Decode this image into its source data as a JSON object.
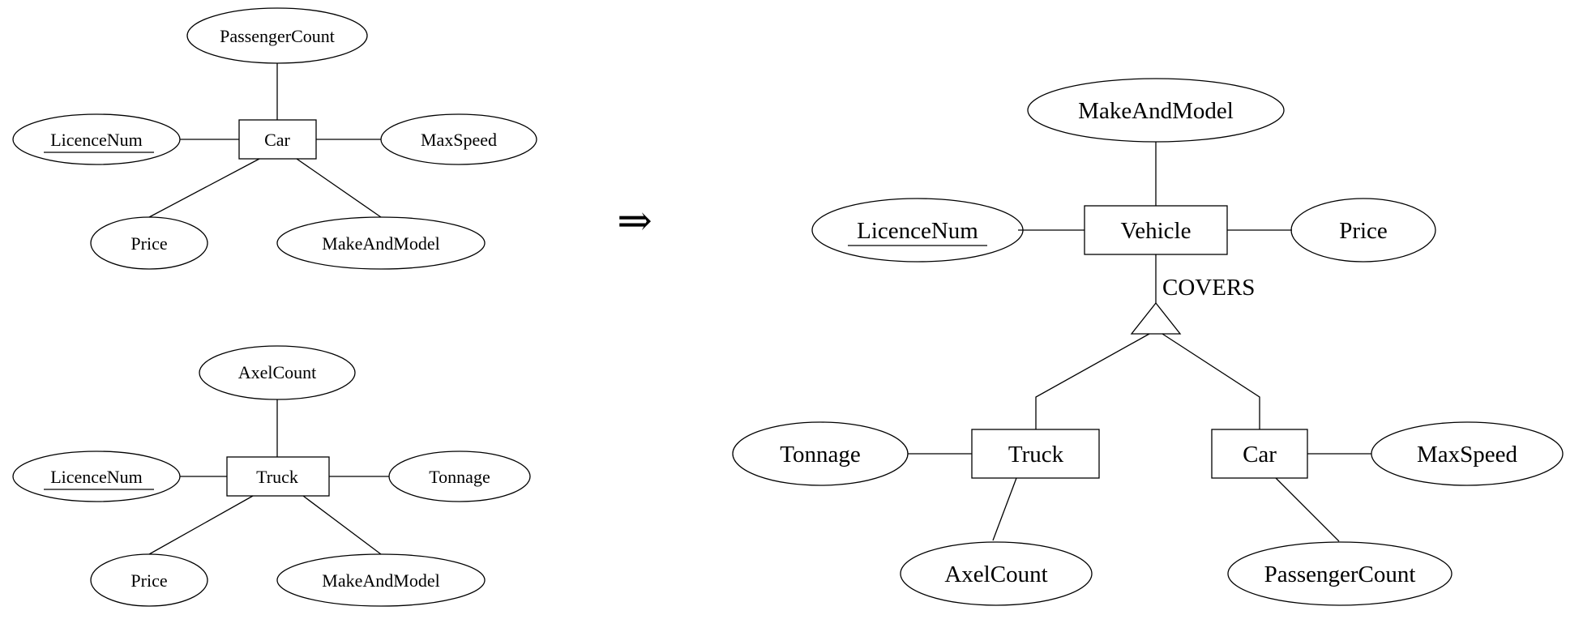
{
  "diagram": {
    "car_before": {
      "entity": "Car",
      "attributes": {
        "passenger_count": "PassengerCount",
        "licence_num": "LicenceNum",
        "max_speed": "MaxSpeed",
        "price": "Price",
        "make_and_model": "MakeAndModel"
      }
    },
    "truck_before": {
      "entity": "Truck",
      "attributes": {
        "axel_count": "AxelCount",
        "licence_num": "LicenceNum",
        "tonnage": "Tonnage",
        "price": "Price",
        "make_and_model": "MakeAndModel"
      }
    },
    "transform_arrow": "⇒",
    "after": {
      "supertype": {
        "entity": "Vehicle",
        "attributes": {
          "make_and_model": "MakeAndModel",
          "licence_num": "LicenceNum",
          "price": "Price"
        }
      },
      "constraint": "COVERS",
      "truck": {
        "entity": "Truck",
        "attributes": {
          "tonnage": "Tonnage",
          "axel_count": "AxelCount"
        }
      },
      "car": {
        "entity": "Car",
        "attributes": {
          "max_speed": "MaxSpeed",
          "passenger_count": "PassengerCount"
        }
      }
    }
  }
}
